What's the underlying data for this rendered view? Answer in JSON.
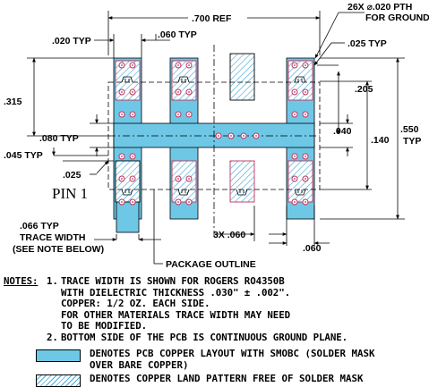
{
  "colors": {
    "copper_smobc": "#6fc7e6",
    "hatch": "#4aa9d4",
    "pad_outline": "#c0305a",
    "via": "#c0305a"
  },
  "dims": {
    "overall_width": ".700 REF",
    "vias": "26X ⌀.020 PTH",
    "vias_line2": "FOR GROUND",
    "pad_gap_left": ".020 TYP",
    "pad_width": ".060 TYP",
    "via_offset": ".025 TYP",
    "height_315": ".315",
    "height_205": ".205",
    "trace_080": ".080 TYP",
    "height_040": ".040",
    "height_140": ".140",
    "height_550": ".550",
    "height_550_typ": "TYP",
    "height_045": ".045 TYP",
    "height_025": ".025",
    "pin1": "PIN 1",
    "trace_width_1": ".066 TYP",
    "trace_width_2": "TRACE WIDTH",
    "trace_width_3": "(SEE NOTE BELOW)",
    "pitch_3x": "3X .060",
    "pitch_060": ".060",
    "package_outline": "PACKAGE OUTLINE"
  },
  "notes": {
    "label": "NOTES:",
    "n1_num": "1.",
    "n1_l1": "TRACE WIDTH IS SHOWN FOR ROGERS RO4350B",
    "n1_l2": "WITH DIELECTRIC THICKNESS .030\" ± .002\".",
    "n1_l3": "COPPER: 1/2 OZ. EACH SIDE.",
    "n1_l4": "FOR OTHER MATERIALS TRACE WIDTH MAY NEED",
    "n1_l5": "TO BE MODIFIED.",
    "n2_num": "2.",
    "n2_l1": "BOTTOM SIDE OF THE PCB IS CONTINUOUS GROUND PLANE."
  },
  "legend": {
    "solid_l1": "DENOTES PCB COPPER LAYOUT WITH SMOBC (SOLDER MASK",
    "solid_l2": "OVER BARE COPPER)",
    "hatch_l1": "DENOTES COPPER LAND PATTERN FREE OF SOLDER MASK"
  }
}
